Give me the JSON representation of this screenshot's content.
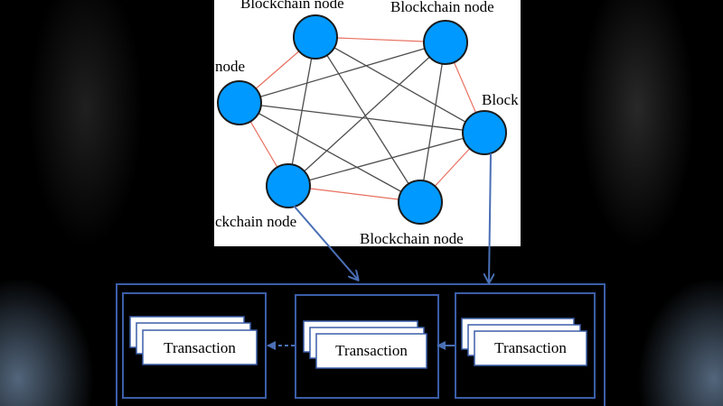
{
  "diagram": {
    "colors": {
      "node_fill": "#0099ff",
      "ring_edge": "#e8705f",
      "mesh_edge": "#4d4d4d",
      "frame": "#3b5ea8",
      "arrow": "#4a6fb5",
      "panel_bg": "#ffffff"
    },
    "node_labels": {
      "top_left": "Blockchain node",
      "top_right": "Blockchain node",
      "left": "node",
      "right": "Block",
      "bottom_left": "ckchain node",
      "bottom_right": "Blockchain node"
    },
    "blocks": [
      {
        "label": "Transaction"
      },
      {
        "label": "Transaction"
      },
      {
        "label": "Transaction"
      }
    ]
  }
}
